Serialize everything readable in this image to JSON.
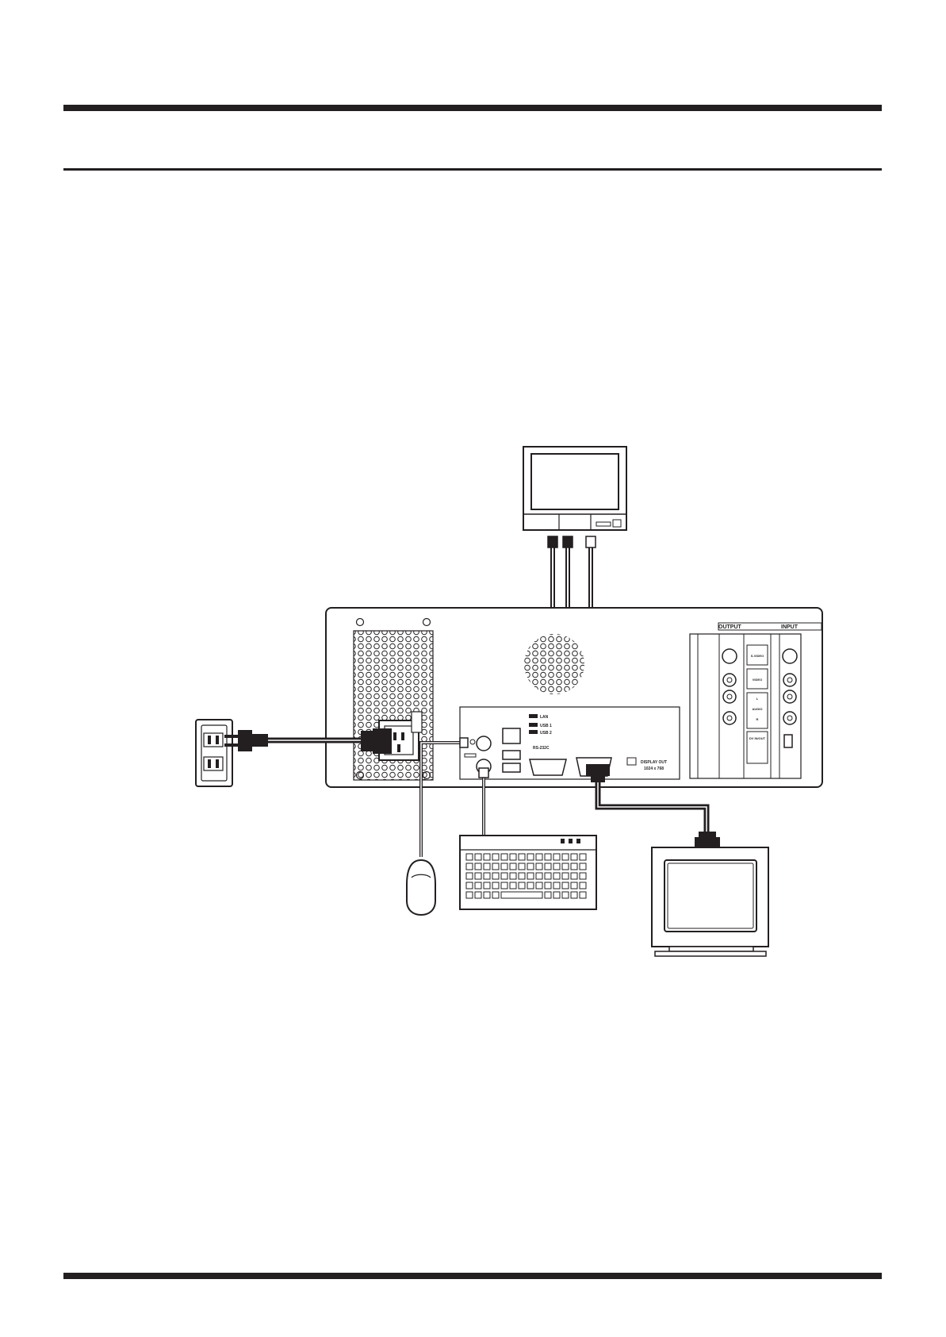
{
  "labels": {
    "output": "OUTPUT",
    "input": "INPUT",
    "svideo": "S-VIDEO",
    "video": "VIDEO",
    "l": "L",
    "audio": "AUDIO",
    "r": "R",
    "dv_in_out": "DV IN/OUT",
    "lan": "LAN",
    "usb1": "USB 1",
    "usb2": "USB 2",
    "rs232c": "RS-232C",
    "display_out": "DISPLAY OUT",
    "display_res": "1024 x 768"
  },
  "colors": {
    "ink": "#231f20",
    "paper": "#ffffff"
  }
}
